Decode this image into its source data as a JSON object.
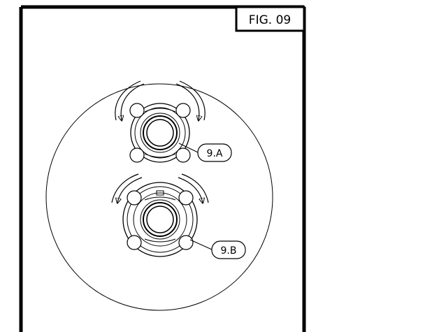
{
  "figure": {
    "label": "FIG. 09"
  },
  "callouts": {
    "a": "9.A",
    "b": "9.B"
  },
  "colors": {
    "line": "#000000",
    "background": "#ffffff"
  }
}
